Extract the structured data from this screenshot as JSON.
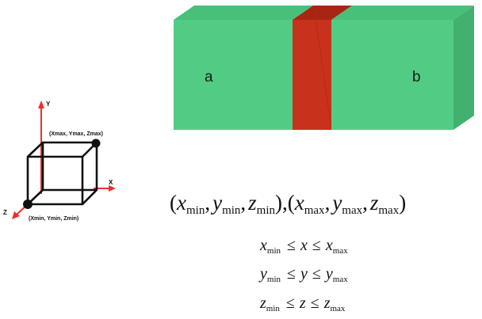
{
  "cube": {
    "axis_y": "Y",
    "axis_x": "X",
    "axis_z": "Z",
    "max_label": "(Xmax, Ymax, Zmax)",
    "min_label": "(Xmin, Ymin, Zmin)"
  },
  "slab": {
    "label_a": "a",
    "label_b": "b",
    "colors": {
      "green_front": "#52cc84",
      "green_top": "#49c07a",
      "green_side": "#42b06f",
      "red_front": "#c8311c",
      "red_top": "#a82512"
    }
  },
  "equations": {
    "coords": {
      "open": "(",
      "x": "x",
      "y": "y",
      "z": "z",
      "min": "min",
      "max": "max",
      "sep": ",",
      "mid": "),("
    },
    "ineq_x": {
      "var": "x",
      "sub_min": "min",
      "le": "≤",
      "sub_max": "max"
    },
    "ineq_y": {
      "var": "y",
      "sub_min": "min",
      "le": "≤",
      "sub_max": "max"
    },
    "ineq_z": {
      "var": "z",
      "sub_min": "min",
      "le": "≤",
      "sub_max": "max"
    }
  }
}
